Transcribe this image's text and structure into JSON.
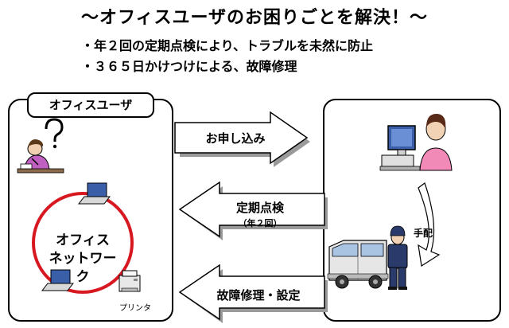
{
  "header": {
    "title": "～オフィスユーザのお困りごとを解決！～",
    "bullets": [
      "・年２回の定期点検により、トラブルを未然に防止",
      "・３６５日かけつけによる、故障修理"
    ]
  },
  "left_panel": {
    "tag": "オフィスユーザ",
    "network_label_line1": "オフィス",
    "network_label_line2": "ネットワーク",
    "printer_label": "プリンタ"
  },
  "arrows": {
    "apply": "お申し込み",
    "regular_check": "定期点検",
    "regular_check_sub": "（年２回）",
    "repair": "故障修理・設定"
  },
  "right_panel": {
    "dispatch_label": "手配"
  },
  "colors": {
    "network_ring": "#d81820",
    "arrow_fill": "#ffffff",
    "arrow_shadow": "#9a9a9a",
    "screen_blue": "#3a5ea8"
  }
}
